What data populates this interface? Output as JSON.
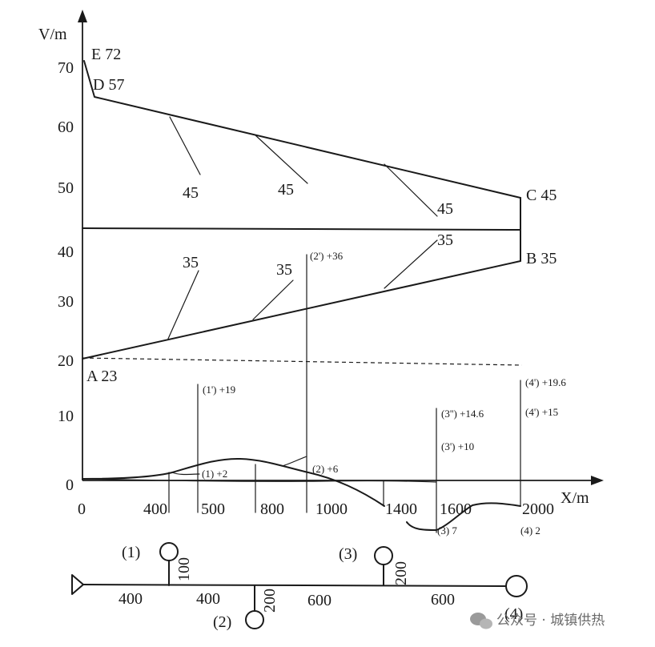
{
  "axes": {
    "y_unit": "V/m",
    "x_unit": "X/m",
    "y_ticks": [
      "0",
      "10",
      "20",
      "30",
      "40",
      "50",
      "60",
      "70"
    ],
    "x_ticks": [
      "0",
      "400",
      "500",
      "800",
      "1000",
      "1400",
      "1600",
      "2000"
    ]
  },
  "points": {
    "e": "E 72",
    "d": "D 57",
    "c": "C 45",
    "b": "B 35",
    "a": "A 23"
  },
  "line_labels": {
    "supply": [
      "45",
      "45",
      "45"
    ],
    "return": [
      "35",
      "35",
      "35"
    ]
  },
  "branch_labels": {
    "b1_prime": "(1') +19",
    "b1": "(1) +2",
    "b2_prime": "(2') +36",
    "b2": "(2) +6",
    "b3_dprime": "(3'') +14.6",
    "b3_prime": "(3') +10",
    "b3": "(3) 7",
    "b4_prime_top": "(4') +19.6",
    "b4_prime": "(4') +15",
    "b4": "(4) 2"
  },
  "network": {
    "segment_lengths": [
      "400",
      "400",
      "600",
      "600"
    ],
    "branch_lengths": [
      "100",
      "200",
      "200"
    ],
    "nodes": [
      "(1)",
      "(2)",
      "(3)",
      "(4)"
    ]
  },
  "watermark": "公众号 · 城镇供热"
}
